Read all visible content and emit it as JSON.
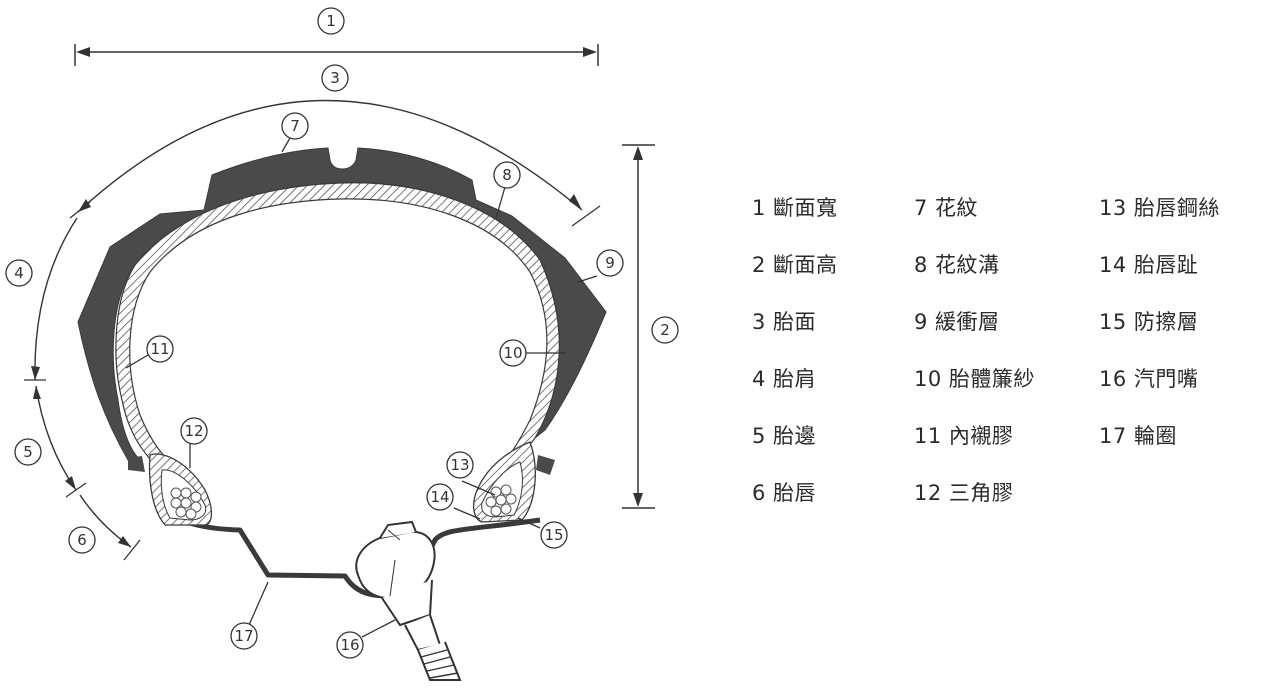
{
  "callouts": [
    "1",
    "2",
    "3",
    "4",
    "5",
    "6",
    "7",
    "8",
    "9",
    "10",
    "11",
    "12",
    "13",
    "14",
    "15",
    "16",
    "17"
  ],
  "legend": {
    "col1": [
      "1 斷面寬",
      "2 斷面高",
      "3 胎面",
      "4 胎肩",
      "5 胎邊",
      "6 胎唇"
    ],
    "col2": [
      "7 花紋",
      "8 花紋溝",
      "9 緩衝層",
      "10 胎體簾紗",
      "11 內襯膠",
      "12 三角膠"
    ],
    "col3": [
      "13 胎唇鋼絲",
      "14 胎唇趾",
      "15 防擦層",
      "16 汽門嘴",
      "17 輪圈"
    ]
  },
  "colors": {
    "tread": "#4a4a4a",
    "line": "#3a3a3a",
    "hatch": "#555555"
  }
}
